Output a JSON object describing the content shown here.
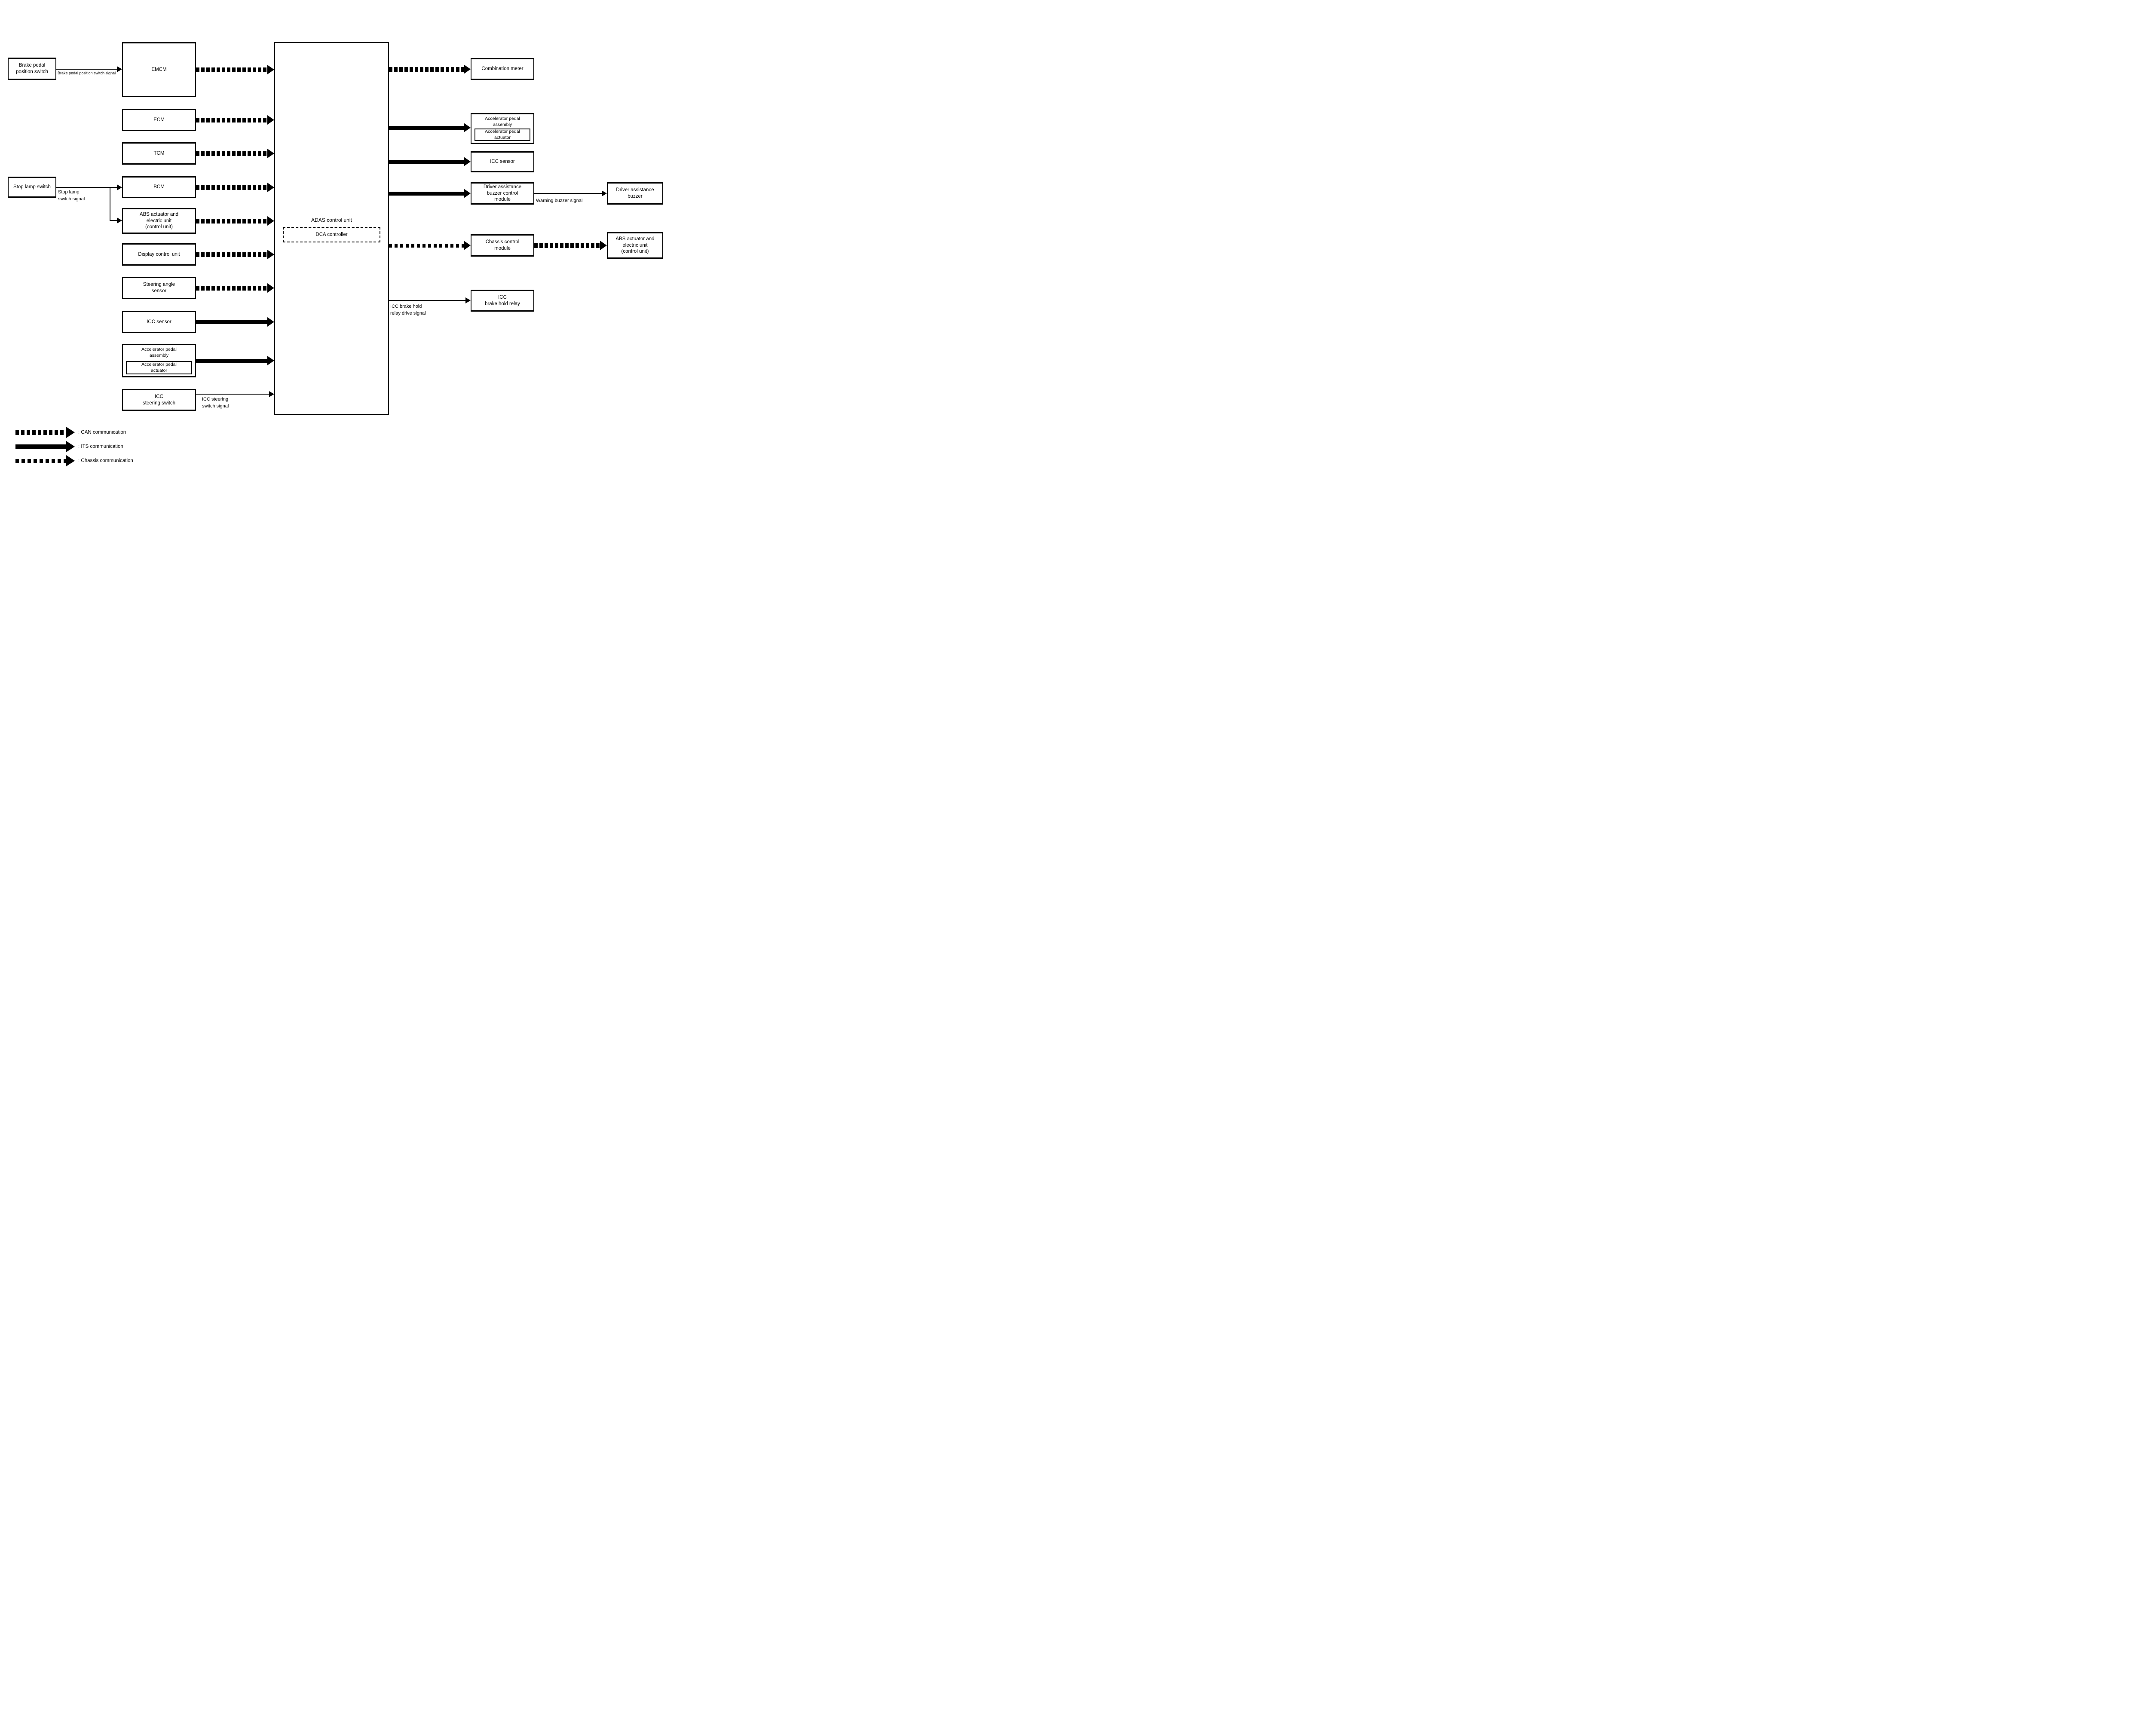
{
  "nodes": {
    "brake_pedal_position_switch": "Brake pedal\nposition switch",
    "stop_lamp_switch": "Stop lamp switch",
    "emcm": "EMCM",
    "ecm": "ECM",
    "tcm": "TCM",
    "bcm": "BCM",
    "abs_actuator_left": "ABS actuator and\nelectric unit\n(control unit)",
    "display_control_unit": "Display control unit",
    "steering_angle_sensor": "Steering angle\nsensor",
    "icc_sensor_left": "ICC sensor",
    "accelerator_pedal_assembly_left": "Accelerator pedal\nassembly",
    "accelerator_pedal_actuator_left": "Accelerator pedal\nactuator",
    "icc_steering_switch": "ICC\nsteering switch",
    "adas_control_unit": "ADAS control unit",
    "dca_controller": "DCA controller",
    "combination_meter": "Combination meter",
    "accelerator_pedal_assembly_right": "Accelerator pedal\nassembly",
    "accelerator_pedal_actuator_right": "Accelerator pedal\nactuator",
    "icc_sensor_right": "ICC sensor",
    "driver_assistance_buzzer_control_module": "Driver assistance\nbuzzer control\nmodule",
    "driver_assistance_buzzer": "Driver assistance\nbuzzer",
    "chassis_control_module": "Chassis control\nmodule",
    "abs_actuator_right": "ABS actuator and\nelectric unit\n(control unit)",
    "icc_brake_hold_relay": "ICC\nbrake hold relay"
  },
  "signals": {
    "brake_pedal_position_switch_signal": "Brake pedal position switch signal",
    "stop_lamp_switch_signal": "Stop lamp\nswitch signal",
    "icc_steering_switch_signal": "ICC steering\nswitch signal",
    "warning_buzzer_signal": "Warning buzzer signal",
    "icc_brake_hold_relay_drive_signal": "ICC brake hold\nrelay drive signal"
  },
  "legend": {
    "can": ": CAN communication",
    "its": ": ITS communication",
    "chassis": ": Chassis communication"
  },
  "colors": {
    "line": "#000000",
    "background": "#ffffff"
  }
}
